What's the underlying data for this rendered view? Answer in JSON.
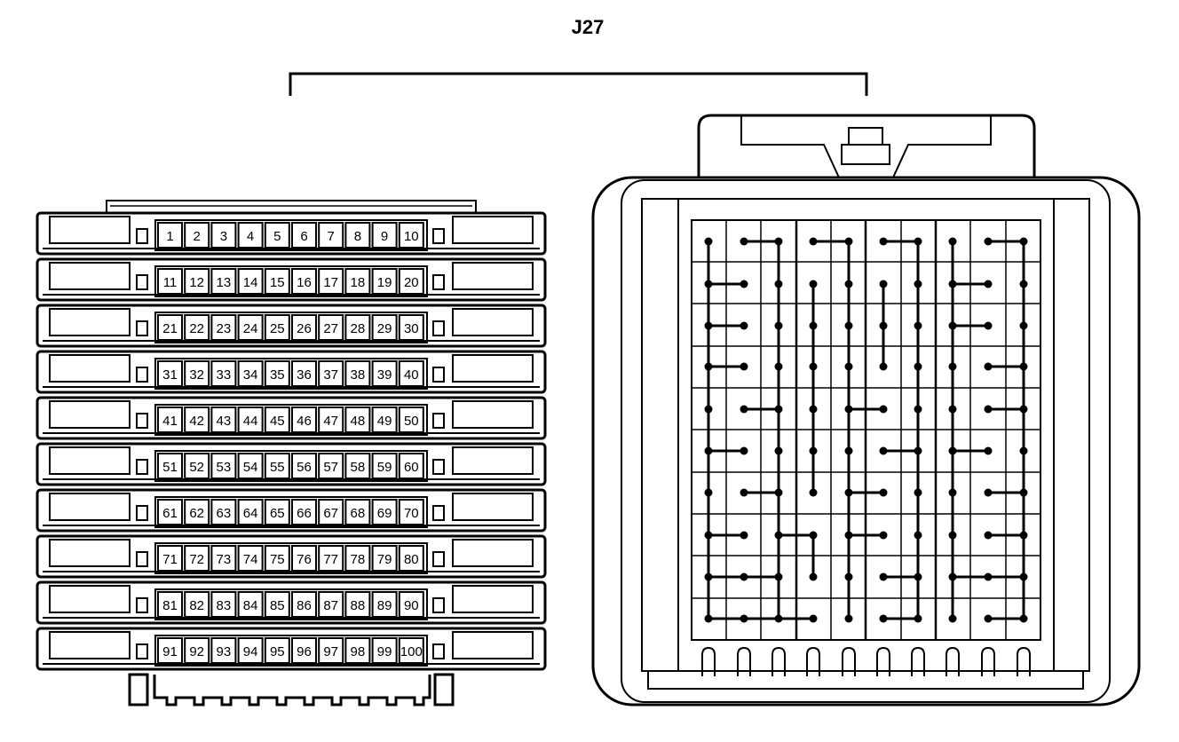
{
  "connector": {
    "label": "J27"
  },
  "cavities": [
    "1",
    "2",
    "3",
    "4",
    "5",
    "6",
    "7",
    "8",
    "9",
    "10",
    "11",
    "12",
    "13",
    "14",
    "15",
    "16",
    "17",
    "18",
    "19",
    "20",
    "21",
    "22",
    "23",
    "24",
    "25",
    "26",
    "27",
    "28",
    "29",
    "30",
    "31",
    "32",
    "33",
    "34",
    "35",
    "36",
    "37",
    "38",
    "39",
    "40",
    "41",
    "42",
    "43",
    "44",
    "45",
    "46",
    "47",
    "48",
    "49",
    "50",
    "51",
    "52",
    "53",
    "54",
    "55",
    "56",
    "57",
    "58",
    "59",
    "60",
    "61",
    "62",
    "63",
    "64",
    "65",
    "66",
    "67",
    "68",
    "69",
    "70",
    "71",
    "72",
    "73",
    "74",
    "75",
    "76",
    "77",
    "78",
    "79",
    "80",
    "81",
    "82",
    "83",
    "84",
    "85",
    "86",
    "87",
    "88",
    "89",
    "90",
    "91",
    "92",
    "93",
    "94",
    "95",
    "96",
    "97",
    "98",
    "99",
    "100"
  ],
  "colors": {
    "stroke": "#000000",
    "background": "#ffffff"
  }
}
